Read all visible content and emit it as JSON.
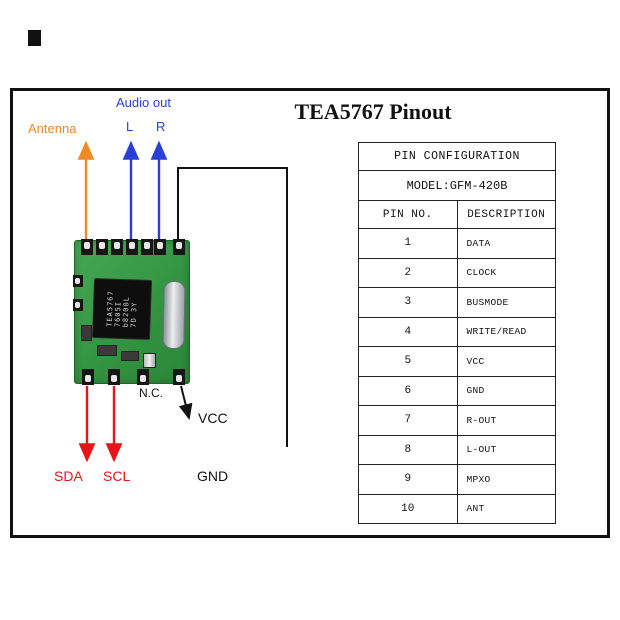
{
  "title": "TEA5767 Pinout",
  "colors": {
    "antenna": "#f08a24",
    "audio": "#2a3fd6",
    "i2c": "#e81416",
    "wire": "#111111"
  },
  "labels": {
    "antenna": "Antenna",
    "audio_out": "Audio out",
    "left": "L",
    "right": "R",
    "nc": "N.C.",
    "vcc": "VCC",
    "gnd": "GND",
    "sda": "SDA",
    "scl": "SCL"
  },
  "module": {
    "chip_lines": [
      "TEA5767",
      "7605I",
      "b8200L",
      "7D 3Y"
    ]
  },
  "table": {
    "header": "PIN CONFIGURATION",
    "model": "MODEL:GFM-420B",
    "columns": [
      "PIN NO.",
      "DESCRIPTION"
    ],
    "rows": [
      {
        "pin": "1",
        "description": "DATA"
      },
      {
        "pin": "2",
        "description": "CLOCK"
      },
      {
        "pin": "3",
        "description": "BUSMODE"
      },
      {
        "pin": "4",
        "description": "WRITE/READ"
      },
      {
        "pin": "5",
        "description": "VCC"
      },
      {
        "pin": "6",
        "description": "GND"
      },
      {
        "pin": "7",
        "description": "R-OUT"
      },
      {
        "pin": "8",
        "description": "L-OUT"
      },
      {
        "pin": "9",
        "description": "MPXO"
      },
      {
        "pin": "10",
        "description": "ANT"
      }
    ]
  }
}
